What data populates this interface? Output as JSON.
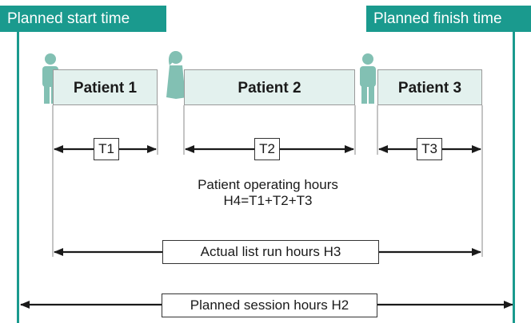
{
  "colors": {
    "accent": "#1a9a8e",
    "box_fill": "#e3f1ee",
    "figure": "#82c0b3",
    "line": "#1a1a1a",
    "thin_line": "#8a8a8a"
  },
  "header": {
    "start_label": "Planned start time",
    "finish_label": "Planned finish time"
  },
  "patients": [
    {
      "label": "Patient 1",
      "figure_icon": "male-figure-icon",
      "interval": "T1"
    },
    {
      "label": "Patient 2",
      "figure_icon": "female-figure-icon",
      "interval": "T2"
    },
    {
      "label": "Patient 3",
      "figure_icon": "male-figure-icon",
      "interval": "T3"
    }
  ],
  "operating_hours": {
    "line1": "Patient operating hours",
    "line2": "H4=T1+T2+T3"
  },
  "actual_hours_label": "Actual list run hours H3",
  "planned_hours_label": "Planned session hours H2"
}
